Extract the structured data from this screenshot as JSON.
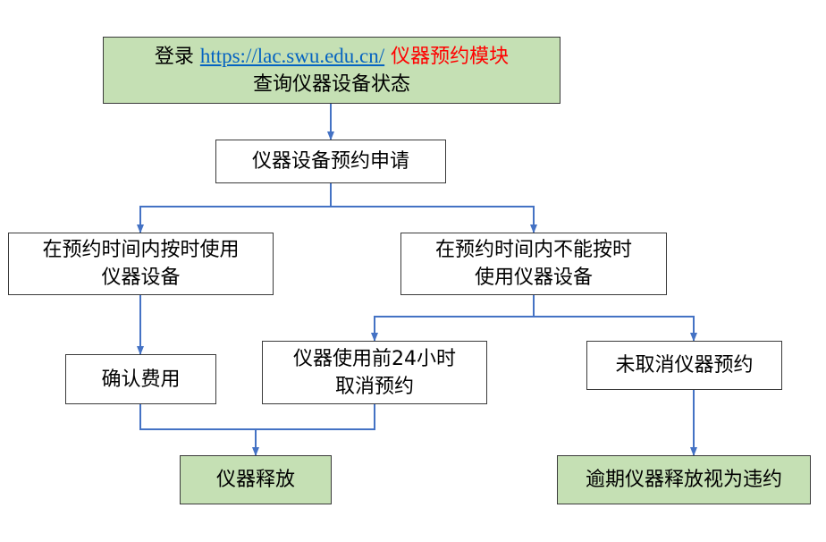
{
  "nodes": {
    "login": {
      "prefix": "登录",
      "url": "https://lac.swu.edu.cn/",
      "module": "仪器预约模块",
      "line2": "查询仪器设备状态"
    },
    "apply": {
      "line1": "仪器设备预约申请"
    },
    "on_time": {
      "line1": "在预约时间内按时使用",
      "line2": "仪器设备"
    },
    "not_on_time": {
      "line1": "在预约时间内不能按时",
      "line2": "使用仪器设备"
    },
    "confirm_fee": {
      "line1": "确认费用"
    },
    "cancel_24h": {
      "line1": "仪器使用前24小时",
      "line2": "取消预约"
    },
    "not_cancelled": {
      "line1": "未取消仪器预约"
    },
    "release": {
      "line1": "仪器释放"
    },
    "overdue": {
      "line1": "逾期仪器释放视为违约"
    }
  },
  "colors": {
    "box_fill_green": "#c5e0b4",
    "connector": "#4472c4",
    "url": "#0563c1",
    "module_text": "#ff0000"
  }
}
